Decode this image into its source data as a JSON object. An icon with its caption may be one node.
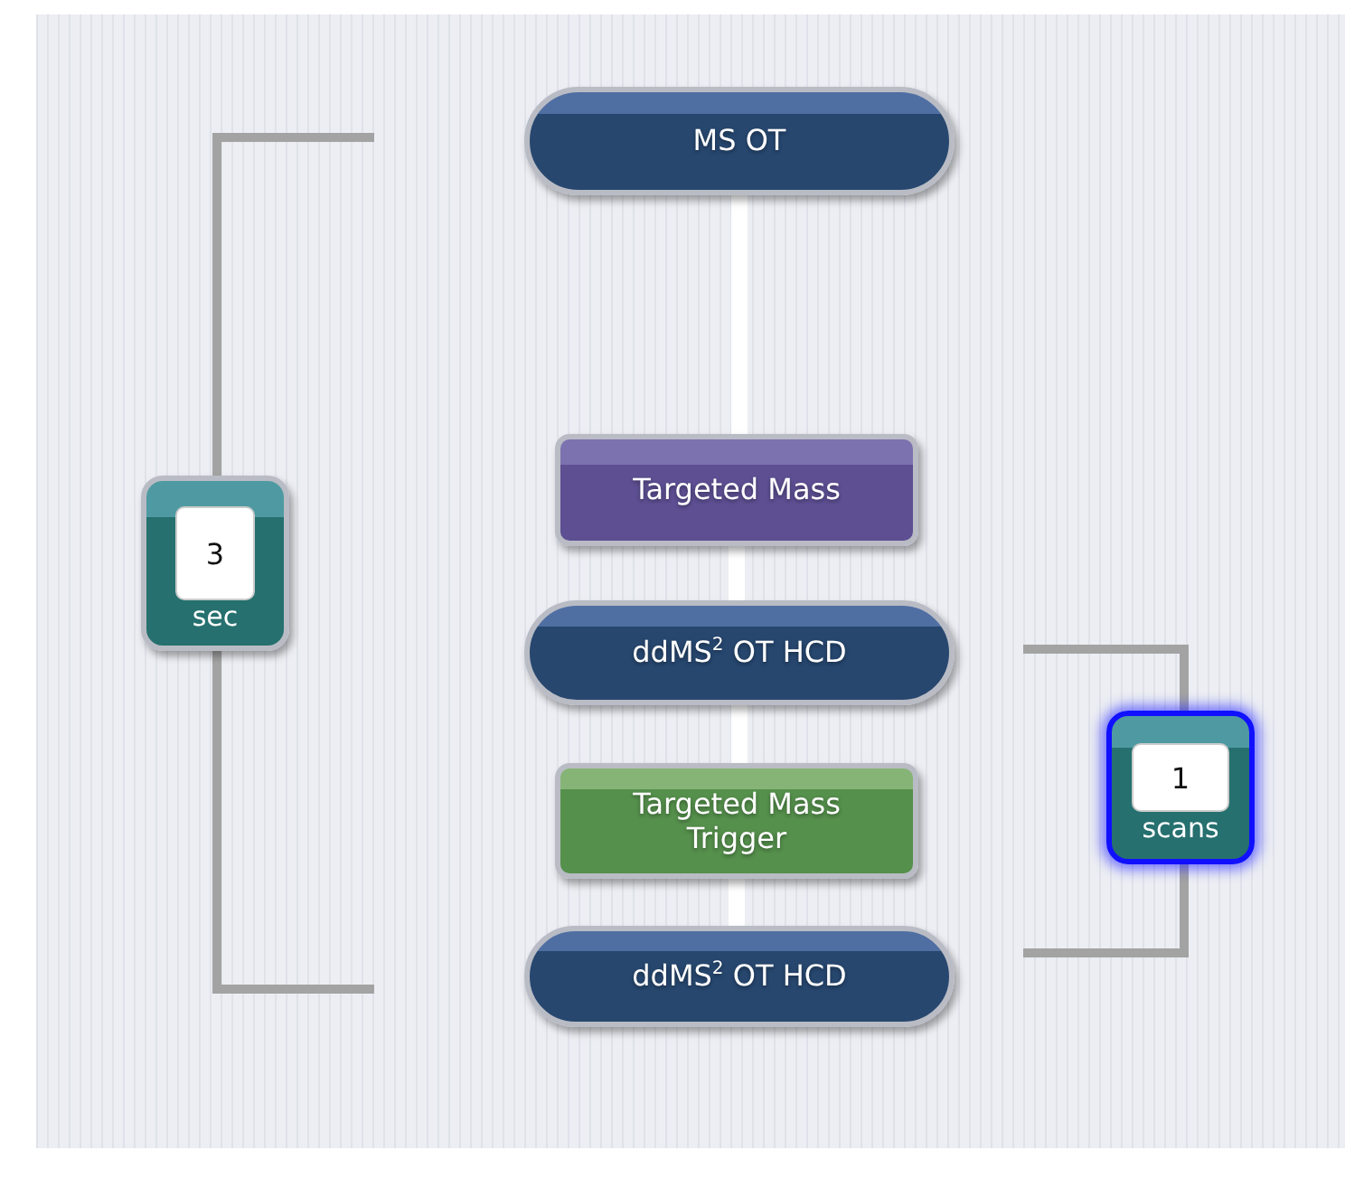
{
  "diagram": {
    "nodes": [
      {
        "text": [
          "MS OT"
        ]
      },
      {
        "text": [
          "Targeted Mass"
        ]
      },
      {
        "text": [
          "ddMS$^{2}$ OT HCD"
        ]
      },
      {
        "text": [
          "Targeted Mass Trigger"
        ]
      },
      {
        "text": [
          "ddMS$^{2}$ OT HCD"
        ]
      },
      {
        "text": [
          "3",
          "sec"
        ]
      },
      {
        "text": [
          "1",
          "scans"
        ]
      }
    ],
    "edges": [
      {
        "from": 0,
        "to": 1,
        "arrow": "none",
        "color": "#ffffff"
      },
      {
        "from": 1,
        "to": 2,
        "arrow": "none",
        "color": "#ffffff"
      },
      {
        "from": 2,
        "to": 3,
        "arrow": "none",
        "color": "#ffffff"
      },
      {
        "from": 3,
        "to": 4,
        "arrow": "none",
        "color": "#ffffff"
      }
    ]
  }
}
